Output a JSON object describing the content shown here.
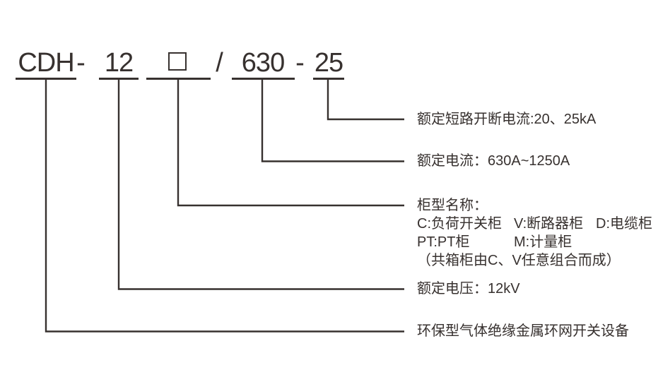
{
  "model_code": {
    "series": "CDH",
    "dash1": "-",
    "voltage": "12",
    "box_symbol": "□",
    "slash": "/",
    "current": "630",
    "dash2": "-",
    "breaking": "25"
  },
  "annotations": {
    "breaking_current": "额定短路开断电流:20、25kA",
    "rated_current": "额定电流：630A~1250A",
    "cabinet_type": {
      "title": "柜型名称：",
      "row1": [
        "C:负荷开关柜",
        "V:断路器柜",
        "D:电缆柜"
      ],
      "row2": [
        "PT:PT柜",
        "M:计量柜"
      ],
      "note": "（共箱柜由C、V任意组合而成）"
    },
    "rated_voltage": "额定电压：12kV",
    "product_name": "环保型气体绝缘金属环网开关设备"
  },
  "colors": {
    "ink": "#37312f",
    "background": "#ffffff"
  }
}
